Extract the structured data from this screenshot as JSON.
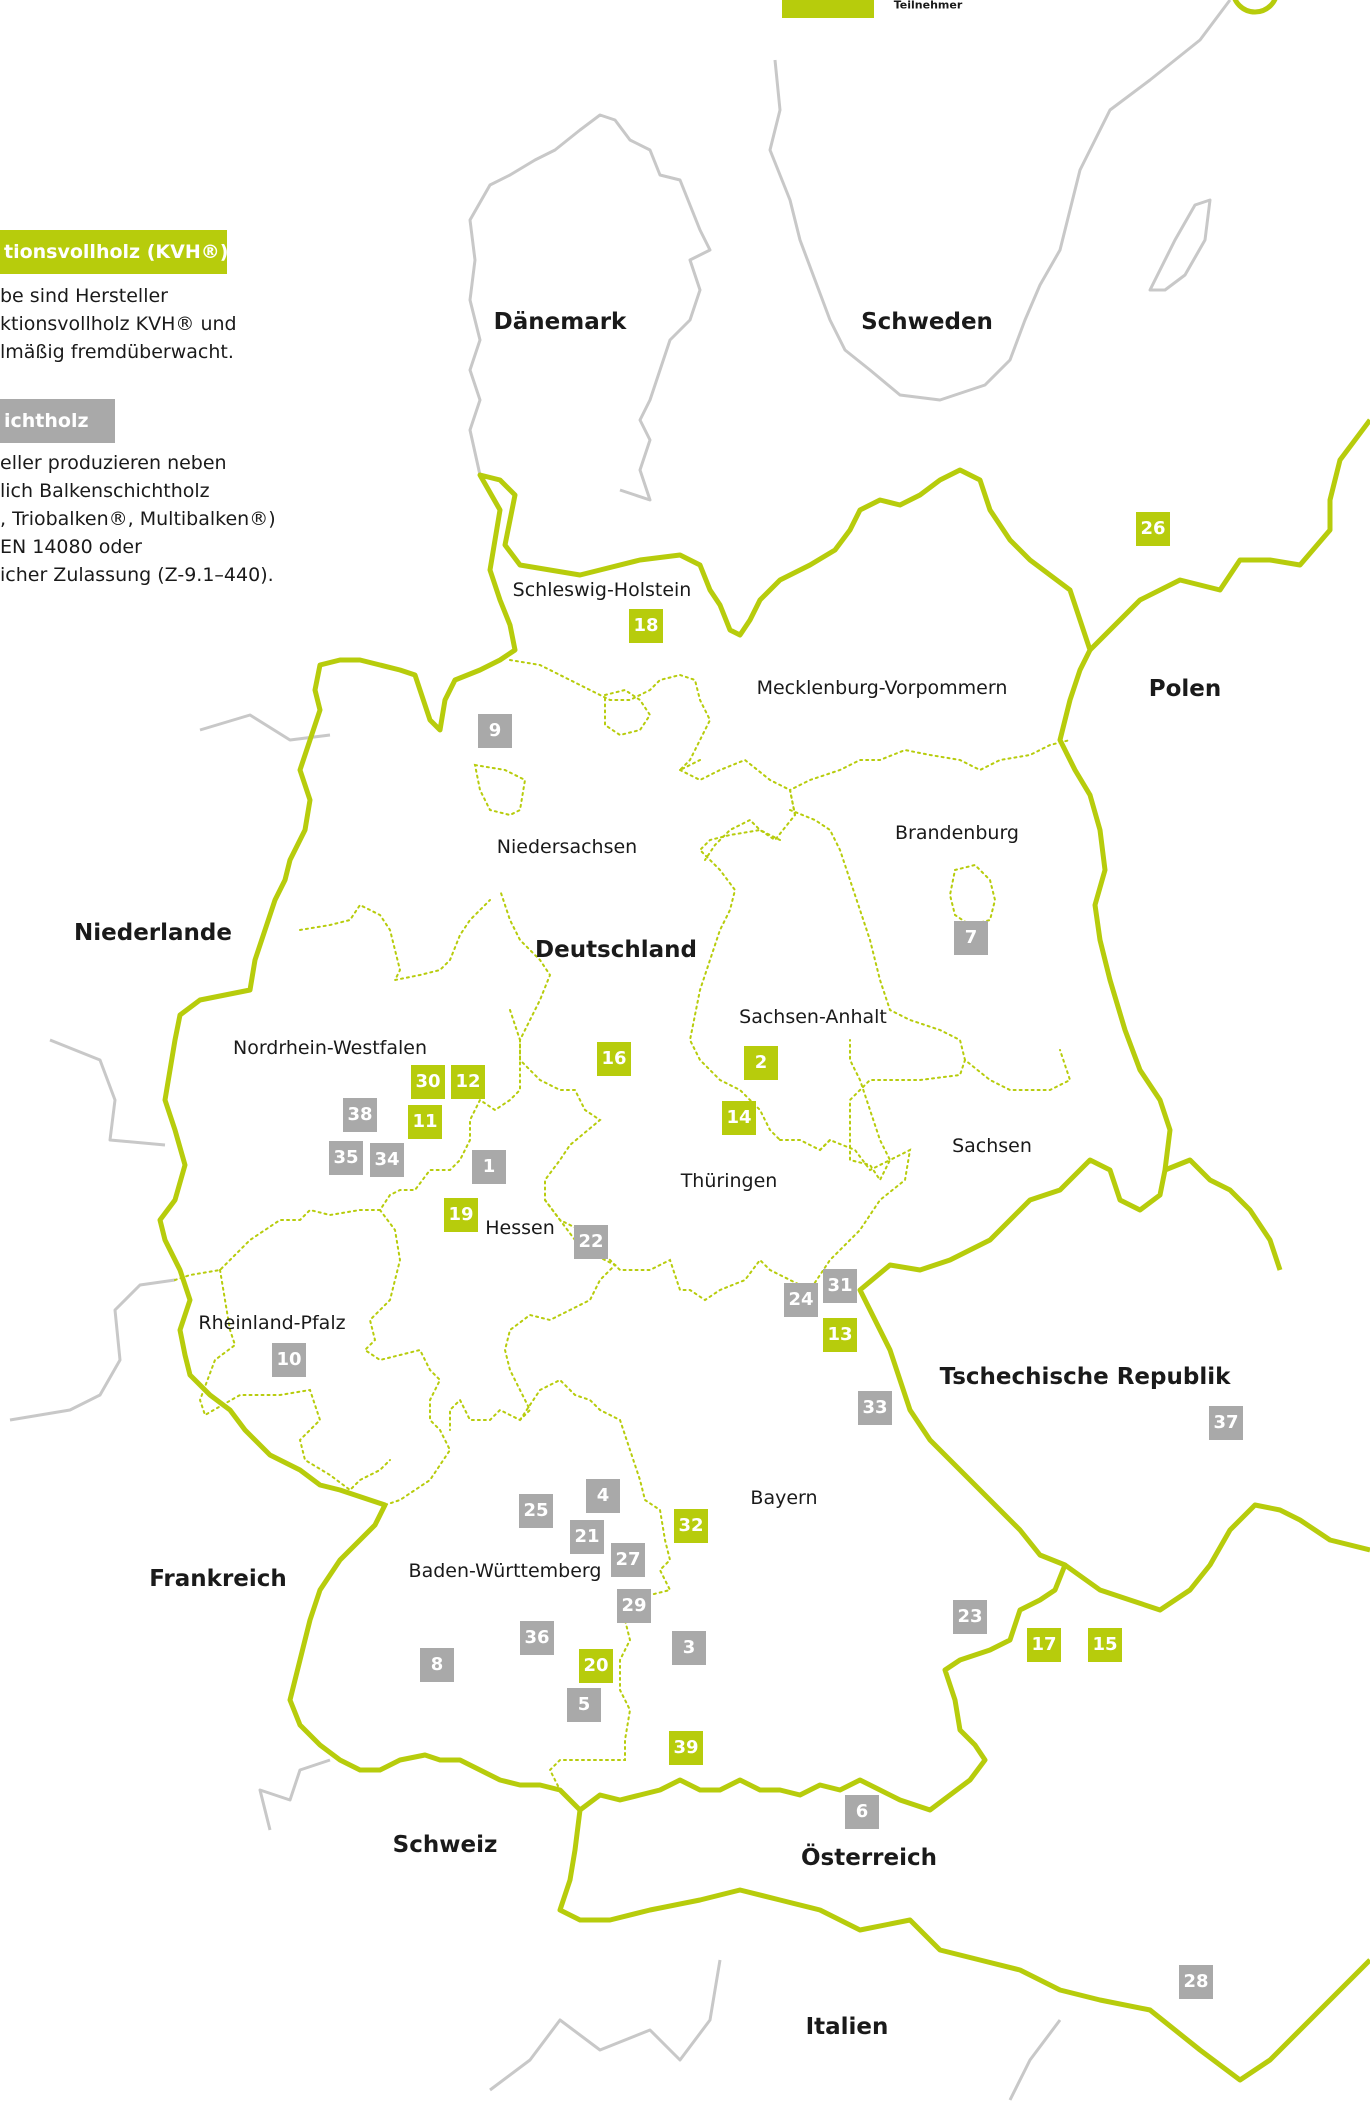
{
  "colors": {
    "border": "#b7cc0c",
    "regions": "#b7cc0c",
    "water": "#c8c8c8",
    "kvh": "#b7cc0c",
    "bsh": "#a9a9a9"
  },
  "legend": {
    "top_label": "Teilnehmer",
    "kvh_heading": "tionsvollholz (KVH®)",
    "kvh_lines": [
      "be sind Hersteller",
      "ktionsvollholz KVH® und",
      "lmäßig fremdüberwacht."
    ],
    "bsh_heading": "ichtholz",
    "bsh_lines": [
      "eller produzieren neben",
      "lich Balkenschichtholz",
      ", Triobalken®, Multibalken®)",
      "EN 14080 oder",
      "icher Zulassung (Z-9.1–440)."
    ]
  },
  "countries": [
    {
      "name": "Dänemark"
    },
    {
      "name": "Schweden"
    },
    {
      "name": "Polen"
    },
    {
      "name": "Niederlande"
    },
    {
      "name": "Deutschland"
    },
    {
      "name": "Tschechische Republik"
    },
    {
      "name": "Frankreich"
    },
    {
      "name": "Schweiz"
    },
    {
      "name": "Österreich"
    },
    {
      "name": "Italien"
    }
  ],
  "states": [
    {
      "name": "Schleswig-Holstein"
    },
    {
      "name": "Mecklenburg-Vorpommern"
    },
    {
      "name": "Niedersachsen"
    },
    {
      "name": "Brandenburg"
    },
    {
      "name": "Sachsen-Anhalt"
    },
    {
      "name": "Nordrhein-Westfalen"
    },
    {
      "name": "Sachsen"
    },
    {
      "name": "Thüringen"
    },
    {
      "name": "Hessen"
    },
    {
      "name": "Rheinland-Pfalz"
    },
    {
      "name": "Bayern"
    },
    {
      "name": "Baden-Württemberg"
    }
  ],
  "markers": [
    {
      "num": "18",
      "type": "kvh"
    },
    {
      "num": "26",
      "type": "kvh"
    },
    {
      "num": "9",
      "type": "bsh"
    },
    {
      "num": "7",
      "type": "bsh"
    },
    {
      "num": "16",
      "type": "kvh"
    },
    {
      "num": "2",
      "type": "kvh"
    },
    {
      "num": "30",
      "type": "kvh"
    },
    {
      "num": "12",
      "type": "kvh"
    },
    {
      "num": "38",
      "type": "bsh"
    },
    {
      "num": "11",
      "type": "kvh"
    },
    {
      "num": "14",
      "type": "kvh"
    },
    {
      "num": "35",
      "type": "bsh"
    },
    {
      "num": "34",
      "type": "bsh"
    },
    {
      "num": "1",
      "type": "bsh"
    },
    {
      "num": "19",
      "type": "kvh"
    },
    {
      "num": "22",
      "type": "bsh"
    },
    {
      "num": "31",
      "type": "bsh"
    },
    {
      "num": "24",
      "type": "bsh"
    },
    {
      "num": "13",
      "type": "kvh"
    },
    {
      "num": "10",
      "type": "bsh"
    },
    {
      "num": "33",
      "type": "bsh"
    },
    {
      "num": "37",
      "type": "bsh"
    },
    {
      "num": "4",
      "type": "bsh"
    },
    {
      "num": "25",
      "type": "bsh"
    },
    {
      "num": "32",
      "type": "kvh"
    },
    {
      "num": "21",
      "type": "bsh"
    },
    {
      "num": "27",
      "type": "bsh"
    },
    {
      "num": "29",
      "type": "bsh"
    },
    {
      "num": "23",
      "type": "bsh"
    },
    {
      "num": "17",
      "type": "kvh"
    },
    {
      "num": "15",
      "type": "kvh"
    },
    {
      "num": "36",
      "type": "bsh"
    },
    {
      "num": "3",
      "type": "bsh"
    },
    {
      "num": "8",
      "type": "bsh"
    },
    {
      "num": "20",
      "type": "kvh"
    },
    {
      "num": "5",
      "type": "bsh"
    },
    {
      "num": "39",
      "type": "kvh"
    },
    {
      "num": "6",
      "type": "bsh"
    },
    {
      "num": "28",
      "type": "bsh"
    }
  ]
}
